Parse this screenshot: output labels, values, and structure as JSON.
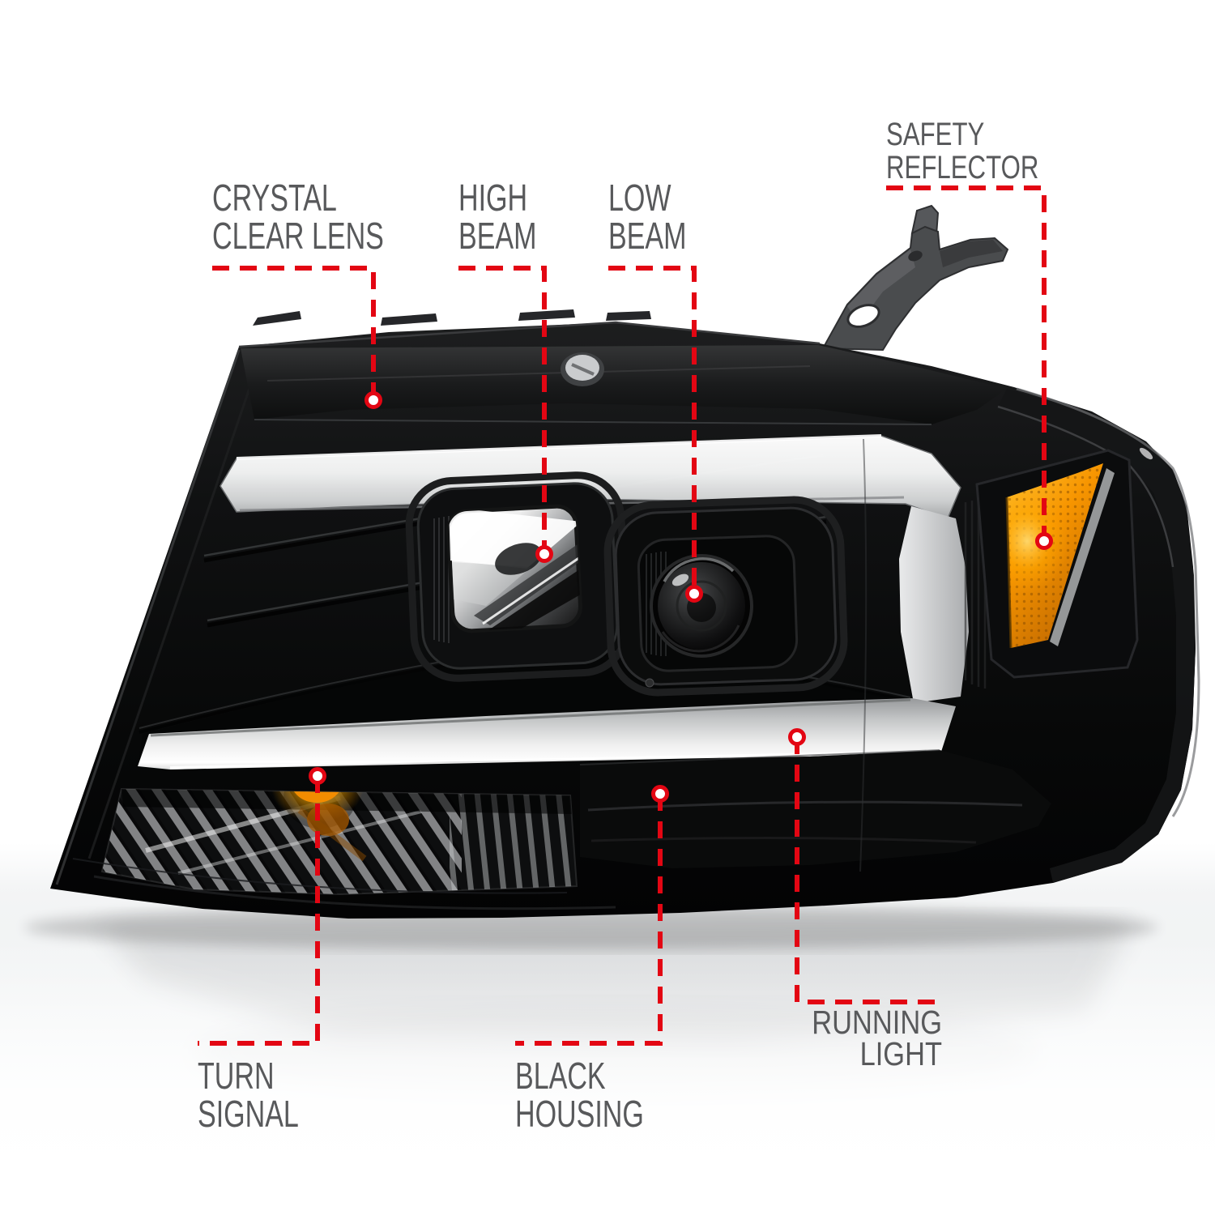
{
  "page": {
    "type": "annotated-product-diagram",
    "subject": "projector headlight with LED light bar, driver side, three-quarter view",
    "background": "#ffffff"
  },
  "colors": {
    "label_text": "#58595b",
    "leader_line_red": "#e30613",
    "marker_center": "#ffffff",
    "housing_black": "#0b0c0c",
    "light_bar_white": "#eceded",
    "reflector_amber": "#f29100",
    "turn_signal_amber": "#f28c00",
    "chrome": "#c9cbcd"
  },
  "annotations": [
    {
      "id": "crystal-clear-lens",
      "lines": [
        "CRYSTAL",
        "CLEAR LENS"
      ]
    },
    {
      "id": "high-beam",
      "lines": [
        "HIGH",
        "BEAM"
      ]
    },
    {
      "id": "low-beam",
      "lines": [
        "LOW",
        "BEAM"
      ]
    },
    {
      "id": "safety-reflector",
      "lines": [
        "SAFETY",
        "REFLECTOR"
      ]
    },
    {
      "id": "turn-signal",
      "lines": [
        "TURN",
        "SIGNAL"
      ]
    },
    {
      "id": "black-housing",
      "lines": [
        "BLACK",
        "HOUSING"
      ]
    },
    {
      "id": "running-light",
      "lines": [
        "RUNNING",
        "LIGHT"
      ]
    }
  ],
  "markers": [
    {
      "name": "crystal-clear-lens-marker",
      "points_to": "upper black lens area"
    },
    {
      "name": "high-beam-marker",
      "points_to": "chrome high beam reflector"
    },
    {
      "name": "low-beam-marker",
      "points_to": "low beam projector lens"
    },
    {
      "name": "safety-reflector-marker",
      "points_to": "amber side reflector"
    },
    {
      "name": "turn-signal-marker",
      "points_to": "amber turn signal bulb"
    },
    {
      "name": "black-housing-marker",
      "points_to": "black lower housing ledge"
    },
    {
      "name": "running-light-marker",
      "points_to": "lower light bar strip"
    }
  ]
}
